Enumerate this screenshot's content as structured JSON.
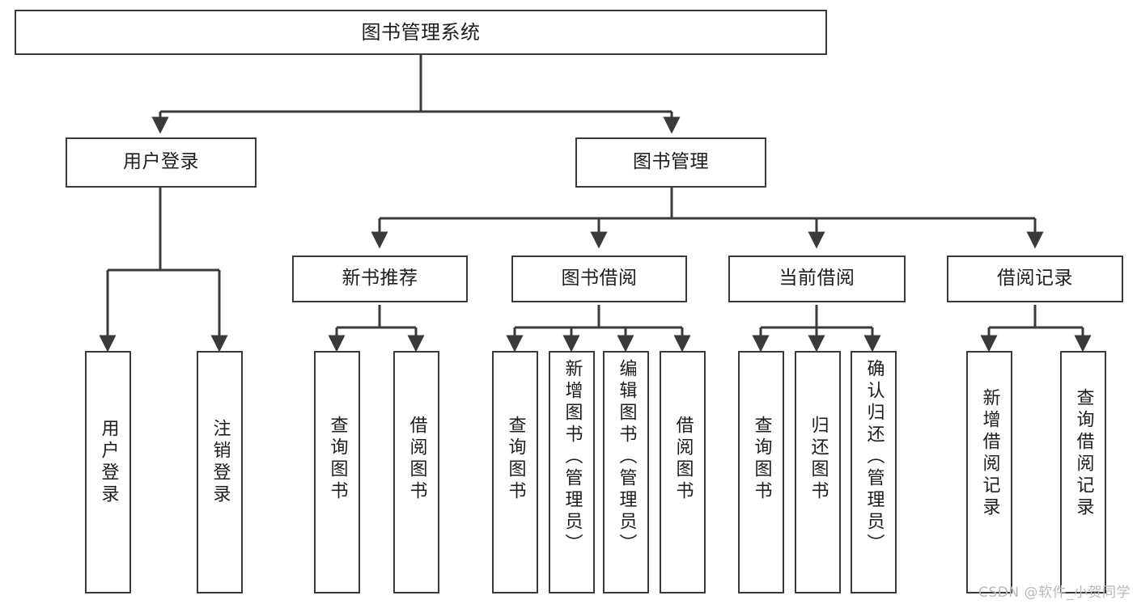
{
  "diagram": {
    "title": "图书管理系统",
    "watermark": "CSDN @软件_小贺同学",
    "line_color": "#3a3a3a",
    "box_fill": "#ffffff",
    "text_color": "#1d1d1d",
    "watermark_color": "#b9b9b9",
    "levels": {
      "root": [
        "图书管理系统"
      ],
      "level2": [
        "用户登录",
        "图书管理"
      ],
      "level3": [
        "新书推荐",
        "图书借阅",
        "当前借阅",
        "借阅记录"
      ],
      "level4": [
        "用户登录",
        "注销登录",
        "查询图书",
        "借阅图书",
        "查询图书",
        "新增图书（管理员）",
        "编辑图书（管理员）",
        "借阅图书",
        "查询图书",
        "归还图书",
        "确认归还（管理员）",
        "新增借阅记录",
        "查询借阅记录"
      ]
    },
    "nodes": {
      "root": {
        "label": "图书管理系统"
      },
      "user_login": {
        "label": "用户登录"
      },
      "book_manage": {
        "label": "图书管理"
      },
      "new_book_rec": {
        "label": "新书推荐"
      },
      "book_borrow": {
        "label": "图书借阅"
      },
      "current_borrow": {
        "label": "当前借阅"
      },
      "borrow_record": {
        "label": "借阅记录"
      },
      "leaf_user_login": {
        "label": "用户登录"
      },
      "leaf_user_logout": {
        "label": "注销登录"
      },
      "leaf_nbr_query": {
        "label": "查询图书"
      },
      "leaf_nbr_borrow": {
        "label": "借阅图书"
      },
      "leaf_bb_query": {
        "label": "查询图书"
      },
      "leaf_bb_add": {
        "label": "新增图书（管理员）"
      },
      "leaf_bb_edit": {
        "label": "编辑图书（管理员）"
      },
      "leaf_bb_borrow": {
        "label": "借阅图书"
      },
      "leaf_cb_query": {
        "label": "查询图书"
      },
      "leaf_cb_return": {
        "label": "归还图书"
      },
      "leaf_cb_confirm": {
        "label": "确认归还（管理员）"
      },
      "leaf_br_add": {
        "label": "新增借阅记录"
      },
      "leaf_br_query": {
        "label": "查询借阅记录"
      }
    }
  }
}
